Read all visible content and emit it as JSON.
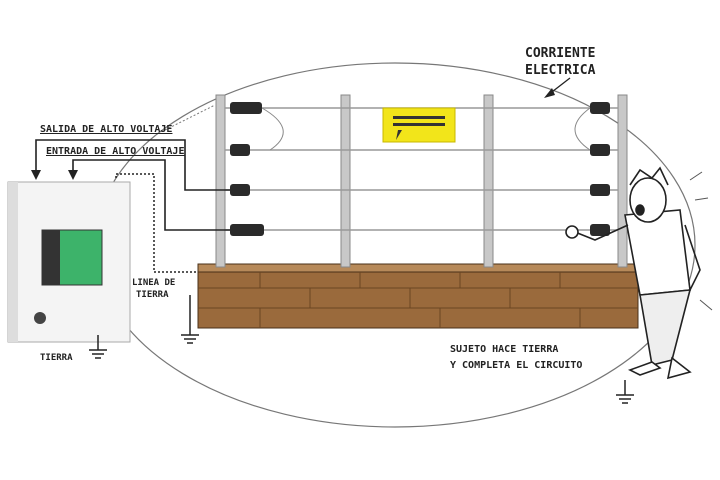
{
  "labels": {
    "current_line1": "CORRIENTE",
    "current_line2": "ELECTRICA",
    "output": "SALIDA DE ALTO VOLTAJE",
    "input": "ENTRADA DE ALTO VOLTAJE",
    "ground_line1": "LINEA DE",
    "ground_line2": "TIERRA",
    "earth": "TIERRA",
    "subject_line1": "SUJETO HACE TIERRA",
    "subject_line2": "Y COMPLETA EL CIRCUITO"
  },
  "colors": {
    "wall": "#9a6a3c",
    "panel": "#3db36a",
    "sign": "#f2e51a",
    "post": "#c8c8c8"
  }
}
